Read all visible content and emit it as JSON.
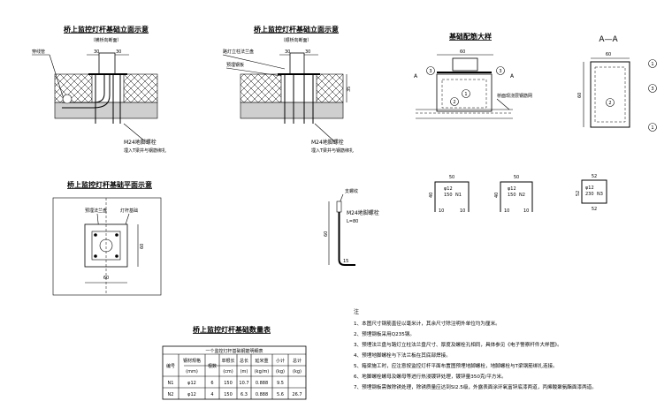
{
  "views": {
    "elevation_a": {
      "title": "桥上监控灯杆基础立面示意",
      "subtitle": "（横桥向断面）",
      "label_pipe": "穿线管",
      "dim_a": "30",
      "dim_b": "30",
      "bolt_label": "M24地脚螺栓",
      "embed_label": "埋入T梁并与钢筋绑扎"
    },
    "elevation_b": {
      "title": "桥上监控灯杆基础立面示意",
      "subtitle": "（顺桥向断面）",
      "label_flange": "路灯立柱法兰盘",
      "label_steel": "预埋钢板",
      "dim_a": "30",
      "dim_b": "30",
      "dim_h": "35",
      "bolt_label": "M24地脚螺栓",
      "embed_label": "埋入T梁并与钢筋绑扎"
    },
    "rebar_detail": {
      "title": "基础配筋大样",
      "dim_top": "60",
      "label_a_left": "A",
      "label_a_right": "A",
      "marks": [
        "3",
        "1",
        "2",
        "3"
      ],
      "note": "桥面现浇层钢筋网"
    },
    "section_aa": {
      "title": "A—A",
      "dim_top": "60",
      "dim_side": "60",
      "marks": [
        "1",
        "3",
        "2",
        "1"
      ]
    },
    "plan": {
      "title": "桥上监控灯杆基础平面示意",
      "label_steel": "预埋法兰盘",
      "label_base": "灯杆基础",
      "dim_w": "60",
      "dim_h": "60"
    },
    "bolt": {
      "label_nut": "支螺纹",
      "label_bolt": "M24地脚螺栓",
      "label_len": "L=80",
      "dim_h": "60",
      "dim_foot": "15"
    },
    "bars": [
      {
        "top": "50",
        "side": "40",
        "mark": "φ12",
        "spacing": "150",
        "id": "N1",
        "foot_l": "10",
        "foot_r": "10"
      },
      {
        "top": "50",
        "side": "40",
        "mark": "φ12",
        "spacing": "150",
        "id": "N2",
        "foot_l": "10",
        "foot_r": "10"
      },
      {
        "top": "52",
        "side": "52",
        "mark": "φ12",
        "spacing": "230",
        "id": "N3",
        "bottom": "52"
      }
    ]
  },
  "table": {
    "title": "桥上监控灯杆基础数量表",
    "caption": "一个监控灯杆基础钢筋明细表",
    "headers": {
      "no": "编号",
      "spec": "钢材规格",
      "spec_unit": "(mm)",
      "count": "根数",
      "unit_len": "单根长",
      "unit_len_u": "(cm)",
      "total_len": "总长",
      "total_len_u": "(m)",
      "weight": "延米重",
      "weight_u": "(kg/m)",
      "subtotal": "小计",
      "subtotal_u": "(kg)",
      "sum": "总计",
      "sum_u": "(kg)"
    },
    "rows": [
      {
        "no": "N1",
        "spec": "φ12",
        "count": "6",
        "unit_len": "150",
        "total_len": "10.7",
        "weight": "0.888",
        "subtotal": "9.5"
      },
      {
        "no": "N2",
        "spec": "φ12",
        "count": "4",
        "unit_len": "150",
        "total_len": "6.3",
        "weight": "0.888",
        "subtotal": "5.6"
      }
    ],
    "sum_value": "26.7"
  },
  "notes": {
    "heading": "注",
    "items": [
      "1、本图尺寸钢筋直径以毫米计，其余尺寸除注明外单位均为厘米。",
      "2、预埋钢板采用Q235钢。",
      "3、预埋法兰盘与路灯立柱法兰盘尺寸、厚度及螺栓孔相同，具体参见《电子警察杆件大样图》。",
      "4、预埋地脚螺栓与下法兰板在其底部焊接。",
      "5、箱梁施工时，应注意按监控灯杆平面布置图预埋地脚螺栓，地脚螺栓与T梁钢筋绑扎连接。",
      "6、地脚螺栓螺母及螺母等进行热浸镀锌处理，镀锌量350克/平方米。",
      "7、预埋钢板需做除锈处理，除锈质量应达到Sl2.5级，外露表面涂环氧富锌底漆两道，丙烯酸聚氨酯面漆两道。"
    ]
  }
}
